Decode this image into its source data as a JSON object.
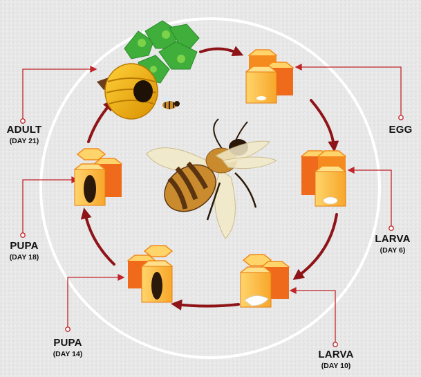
{
  "stages": [
    {
      "id": "egg",
      "name": "EGG",
      "day": ""
    },
    {
      "id": "larva6",
      "name": "LARVA",
      "day": "(DAY 6)"
    },
    {
      "id": "larva10",
      "name": "LARVA",
      "day": "(DAY 10)"
    },
    {
      "id": "pupa14",
      "name": "PUPA",
      "day": "(DAY 14)"
    },
    {
      "id": "pupa18",
      "name": "PUPA",
      "day": "(DAY 18)"
    },
    {
      "id": "adult",
      "name": "ADULT",
      "day": "(DAY 21)"
    }
  ],
  "colors": {
    "background": "#e9e9e9",
    "ring": "#ffffff",
    "arrow": "#8e1418",
    "leader": "#c0252a",
    "comb_orange": "#f5901e",
    "comb_yellow": "#ffc94a",
    "hive": "#f4b400",
    "leaves": "#3fae3a",
    "bee_stripe": "#5a3410",
    "bee_body": "#c98b2e"
  }
}
